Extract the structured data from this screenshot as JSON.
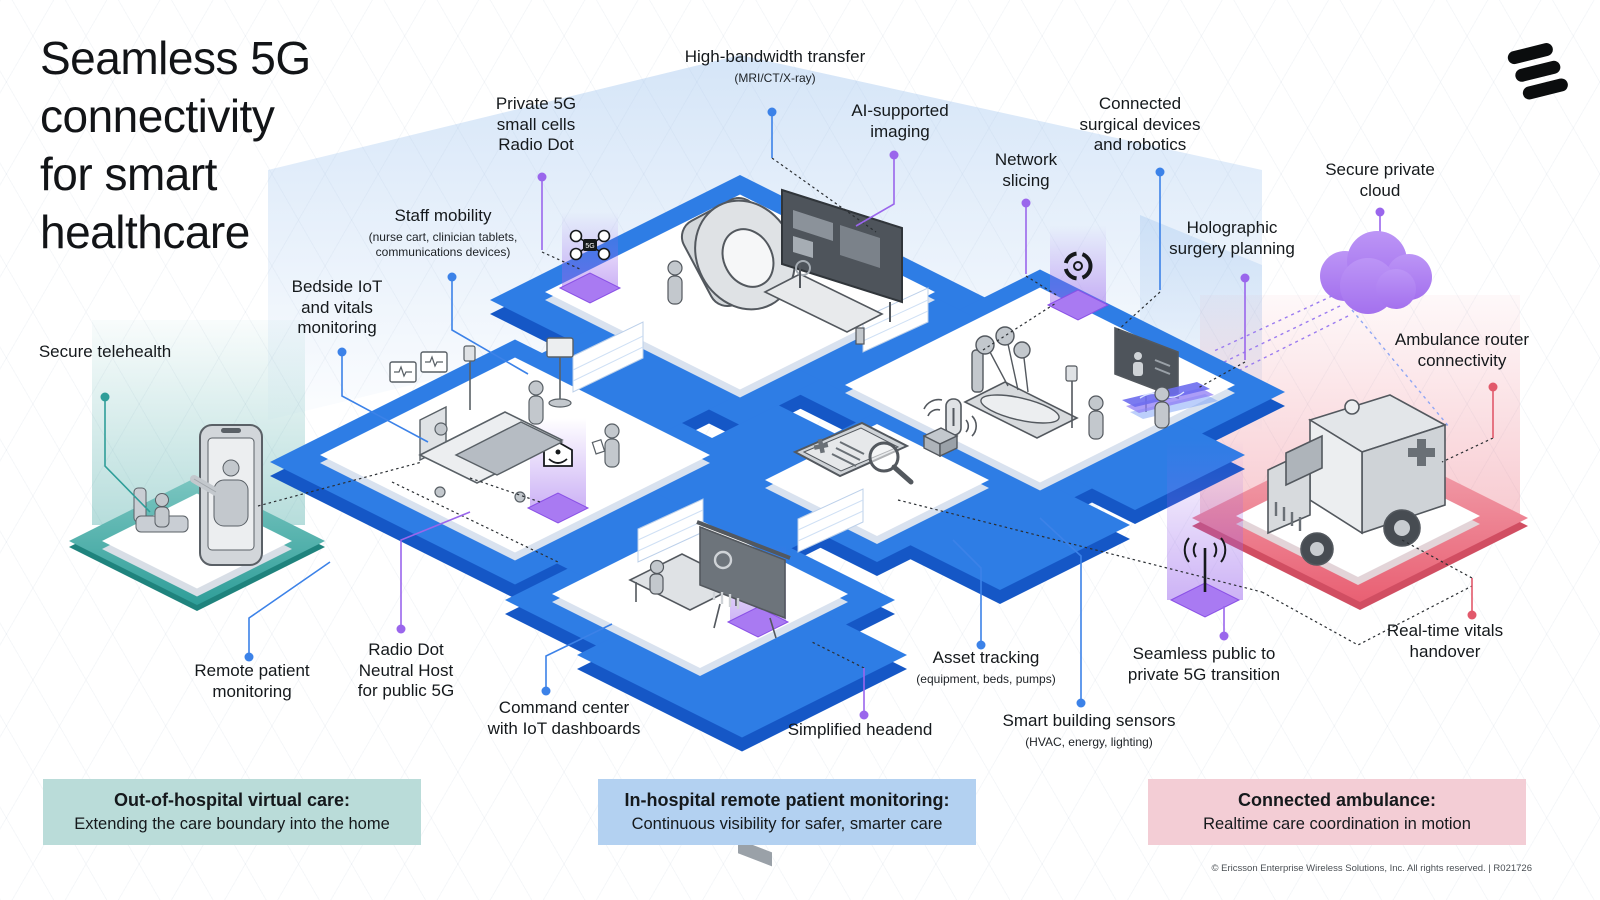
{
  "title": {
    "text": "Seamless 5G connectivity for smart healthcare",
    "lines": [
      "Seamless 5G",
      "connectivity",
      "for smart",
      "healthcare"
    ]
  },
  "callouts": {
    "secure_telehealth": {
      "label": "Secure telehealth"
    },
    "staff_mobility": {
      "label": "Staff mobility",
      "sub": "(nurse cart, clinician tablets, communications devices)"
    },
    "bedside_iot": {
      "label": "Bedside IoT and vitals monitoring"
    },
    "private_5g": {
      "label": "Private 5G small cells Radio Dot"
    },
    "high_bandwidth": {
      "label": "High-bandwidth transfer",
      "sub": "(MRI/CT/X-ray)"
    },
    "ai_imaging": {
      "label": "AI-supported imaging"
    },
    "network_slicing": {
      "label": "Network slicing"
    },
    "connected_surgical": {
      "label": "Connected surgical devices and robotics"
    },
    "holographic": {
      "label": "Holographic surgery planning"
    },
    "secure_cloud": {
      "label": "Secure private cloud"
    },
    "ambulance_router": {
      "label": "Ambulance router connectivity"
    },
    "remote_patient": {
      "label": "Remote patient monitoring"
    },
    "radio_dot_neutral": {
      "label": "Radio Dot Neutral Host for public 5G"
    },
    "command_center": {
      "label": "Command center with IoT dashboards"
    },
    "simplified_headend": {
      "label": "Simplified headend"
    },
    "asset_tracking": {
      "label": "Asset tracking",
      "sub": "(equipment, beds, pumps)"
    },
    "smart_building": {
      "label": "Smart building sensors",
      "sub": "(HVAC, energy, lighting)"
    },
    "seamless_transition": {
      "label": "Seamless public to private 5G transition"
    },
    "realtime_vitals": {
      "label": "Real-time vitals handover"
    }
  },
  "banners": [
    {
      "title": "Out-of-hospital virtual care:",
      "subtitle": "Extending the care boundary into the home"
    },
    {
      "title": "In-hospital remote patient monitoring:",
      "subtitle": "Continuous visibility for safer, smarter care"
    },
    {
      "title": "Connected ambulance:",
      "subtitle": "Realtime care coordination in motion"
    }
  ],
  "footer": {
    "text": "© Ericsson Enterprise Wireless Solutions, Inc. All rights reserved.  |  R021726"
  },
  "icons": {
    "ericsson_logo": "three-slanted-bars",
    "drone_5g": "quad-rotor-5g-small-cell",
    "network_slicing": "segmented-ring",
    "radio_dot": "dome-with-signal-waves",
    "headend_servers": "server-stack",
    "antenna": "antenna-with-waves",
    "secure_cloud": "cloud",
    "asset_magnifier": "magnifying-glass"
  },
  "colors": {
    "blue": "#2E7DE5",
    "blue_dark": "#1557C6",
    "purple": "#9A66EC",
    "teal": "#2F9E99",
    "red": "#E2596B",
    "ink": "#15191C",
    "banner_teal": "#BADCD9",
    "banner_blue": "#B3D1F1",
    "banner_pink": "#F3CDD5"
  }
}
